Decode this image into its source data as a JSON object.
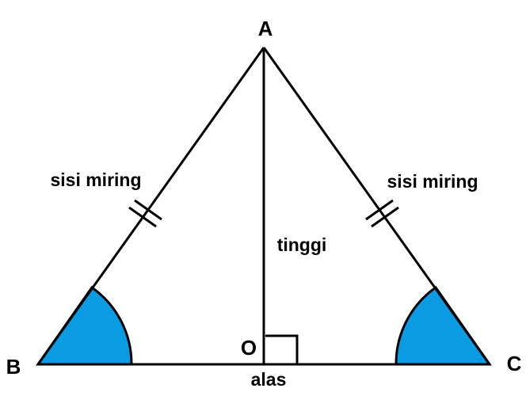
{
  "diagram": {
    "vertices": {
      "a": "A",
      "b": "B",
      "c": "C",
      "o": "O"
    },
    "labels": {
      "left_side": "sisi miring",
      "right_side": "sisi miring",
      "height": "tinggi",
      "base": "alas"
    },
    "colors": {
      "stroke": "#000000",
      "angle_fill": "#0A9BE3",
      "background": "#FFFFFF"
    }
  }
}
